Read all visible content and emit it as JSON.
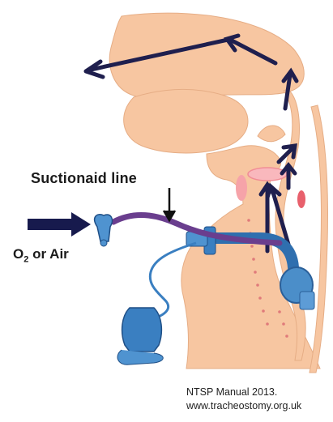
{
  "labels": {
    "suction_line": "Suctionaid line",
    "o2_prefix": "O",
    "o2_subscript": "2",
    "o2_suffix": " or Air"
  },
  "credit": {
    "line1": "NTSP Manual 2013.",
    "line2": "www.tracheostomy.org.uk"
  },
  "colors": {
    "tissue": "#f7c6a1",
    "tissue_edge": "#e4a67f",
    "airflow_arrow": "#1f1f4e",
    "tube_blue": "#3a7fc1",
    "suction_line": "#6a3e8e",
    "input_arrow": "#171a4d",
    "dots": "#e07a7a"
  },
  "icons": [
    "airflow-arrow-icon",
    "tracheostomy-tube-icon",
    "cuff-icon",
    "pilot-balloon-icon"
  ]
}
